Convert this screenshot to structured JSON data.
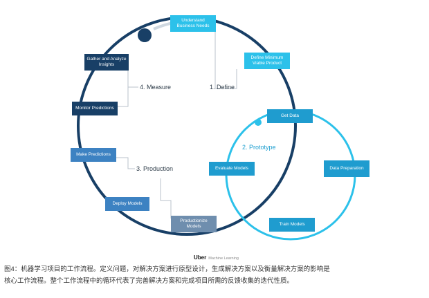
{
  "nodes": {
    "understand": "Understand Business Needs",
    "define_metrics": "Define Minimum Viable Product",
    "gather": "Gather and Analyze Insights",
    "monitor": "Monitor Predictions",
    "make_pred": "Make Predictions",
    "deploy": "Deploy Models",
    "productionize": "Productionize Models",
    "get_data": "Get Data",
    "evaluate": "Evaluate Models",
    "data_prep": "Data Preparation",
    "train": "Train Models"
  },
  "phases": {
    "define": "1. Define",
    "prototype": "2. Prototype",
    "production": "3. Production",
    "measure": "4. Measure"
  },
  "brand": {
    "name": "Uber",
    "sub": "Machine Learning"
  },
  "caption": {
    "line1": "图4：机器学习项目的工作流程。定义问题，对解决方案进行原型设计，生成解决方案以及衡量解决方案的影响是",
    "line2": "核心工作流程。整个工作流程中的循环代表了完善解决方案和完成项目所需的反馈收集的迭代性质。"
  },
  "colors": {
    "main_loop": "#183f66",
    "proto_loop": "#2cc1ea",
    "start_dot": "#183f66"
  }
}
